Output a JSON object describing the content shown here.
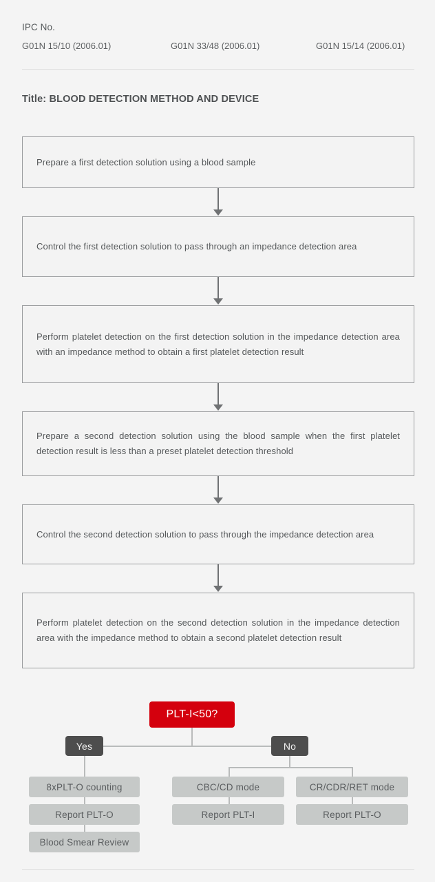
{
  "header": {
    "ipc_label": "IPC No.",
    "ipc_codes": [
      "G01N 15/10 (2006.01)",
      "G01N 33/48 (2006.01)",
      "G01N 15/14 (2006.01)"
    ]
  },
  "title": "Title: BLOOD DETECTION METHOD AND DEVICE",
  "flow_steps": [
    "Prepare a first detection solution using a blood sample",
    "Control the first detection solution to pass through an impedance detection area",
    "Perform platelet detection on the first detection solution in the impedance detection area with an impedance method to obtain a first platelet detection result",
    "Prepare a second detection solution using the blood sample when the first platelet detection result is less than a preset platelet detection threshold",
    "Control the second detection solution to pass through the impedance detection area",
    "Perform platelet detection on the second detection solution in the impedance detection area with the impedance method to obtain a second platelet detection result"
  ],
  "decision_tree": {
    "root": "PLT-I<50?",
    "branch_yes": "Yes",
    "branch_no": "No",
    "yes_path": [
      "8xPLT-O counting",
      "Report PLT-O",
      "Blood Smear Review"
    ],
    "no_path_left": [
      "CBC/CD mode",
      "Report PLT-I"
    ],
    "no_path_right": [
      "CR/CDR/RET mode",
      "Report PLT-O"
    ]
  },
  "colors": {
    "decision_red": "#d4000d",
    "branch_dark": "#4d4d4d",
    "node_gray": "#c6c9c8",
    "background": "#f4f4f4",
    "box_border": "#9a9c9e"
  }
}
